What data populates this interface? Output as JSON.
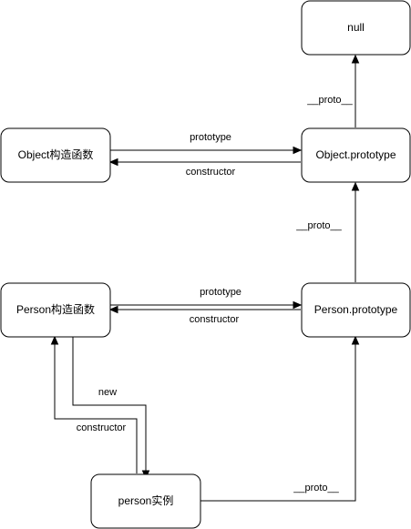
{
  "nodes": {
    "null_node": "null",
    "object_ctor": "Object构造函数",
    "object_proto": "Object.prototype",
    "person_ctor": "Person构造函数",
    "person_proto": "Person.prototype",
    "person_inst": "person实例"
  },
  "edges": {
    "obj_prototype": "prototype",
    "obj_constructor": "constructor",
    "objproto_to_null": "__proto__",
    "personproto_to_objproto": "__proto__",
    "person_prototype": "prototype",
    "person_constructor": "constructor",
    "new_edge": "new",
    "inst_constructor": "constructor",
    "inst_proto": "__proto__"
  },
  "colors": {
    "stroke": "#000000",
    "fill": "#ffffff",
    "text": "#000000"
  }
}
